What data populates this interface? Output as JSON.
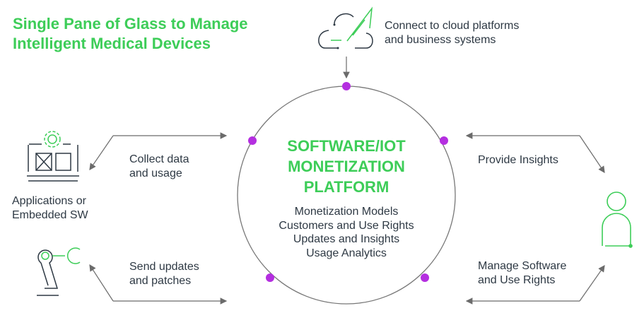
{
  "title": [
    "Single Pane of Glass to Manage",
    "Intelligent Medical Devices"
  ],
  "platform": {
    "title": [
      "SOFTWARE/IOT",
      "MONETIZATION",
      "PLATFORM"
    ],
    "features": [
      "Monetization Models",
      "Customers and Use Rights",
      "Updates and Insights",
      "Usage Analytics"
    ]
  },
  "labels": {
    "cloud": [
      "Connect to cloud platforms",
      "and business systems"
    ],
    "collect": [
      "Collect data",
      "and usage"
    ],
    "apps": [
      "Applications or",
      "Embedded SW"
    ],
    "send": [
      "Send updates",
      "and patches"
    ],
    "insights": "Provide Insights",
    "manage": [
      "Manage Software",
      "and Use Rights"
    ]
  },
  "colors": {
    "accent": "#3dcd58",
    "dot": "#b42ee0",
    "line": "#6b6b6b",
    "text": "#2e3944"
  }
}
